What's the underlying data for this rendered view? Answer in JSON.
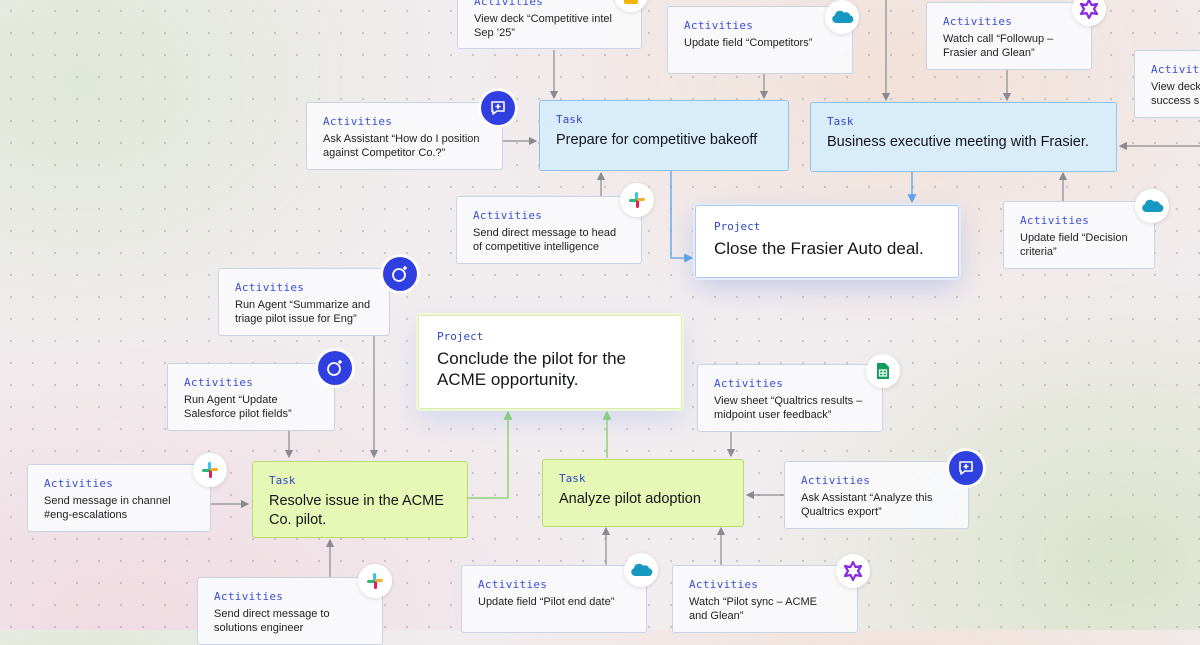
{
  "diagram": {
    "projects": [
      {
        "label": "Project",
        "text": "Close the Frasier Auto deal."
      },
      {
        "label": "Project",
        "text": "Conclude the pilot for the ACME opportunity."
      }
    ],
    "tasks": [
      {
        "label": "Task",
        "text": "Prepare for competitive bakeoff"
      },
      {
        "label": "Task",
        "text": "Business executive meeting with Frasier."
      },
      {
        "label": "Task",
        "text": "Resolve issue in the ACME Co. pilot."
      },
      {
        "label": "Task",
        "text": "Analyze pilot adoption"
      }
    ],
    "activities": [
      {
        "label": "Activities",
        "text": "View deck “Competitive intel Sep ’25”",
        "icon": "google-slides-icon"
      },
      {
        "label": "Activities",
        "text": "Update field “Competitors”",
        "icon": "salesforce-icon"
      },
      {
        "label": "Activities",
        "text": "Watch call “Followup – Frasier and Glean”",
        "icon": "gong-icon"
      },
      {
        "label": "Activities",
        "text": "View deck success s",
        "icon": "none"
      },
      {
        "label": "Activities",
        "text": "Ask Assistant “How do I position against Competitor Co.?”",
        "icon": "assistant-icon"
      },
      {
        "label": "Activities",
        "text": "Send direct message to head of competitive intelligence",
        "icon": "slack-icon"
      },
      {
        "label": "Activities",
        "text": "Update field “Decision criteria”",
        "icon": "salesforce-icon"
      },
      {
        "label": "Activities",
        "text": "Run Agent “Summarize and triage pilot issue for Eng”",
        "icon": "agent-icon"
      },
      {
        "label": "Activities",
        "text": "Run Agent “Update Salesforce pilot fields”",
        "icon": "agent-icon"
      },
      {
        "label": "Activities",
        "text": "View sheet “Qualtrics results – midpoint user feedback”",
        "icon": "google-sheets-icon"
      },
      {
        "label": "Activities",
        "text": "Send message in channel #eng-escalations",
        "icon": "slack-icon"
      },
      {
        "label": "Activities",
        "text": "Ask Assistant “Analyze this Qualtrics export”",
        "icon": "assistant-icon"
      },
      {
        "label": "Activities",
        "text": "Send direct message to solutions engineer",
        "icon": "slack-icon"
      },
      {
        "label": "Activities",
        "text": "Update field “Pilot end date”",
        "icon": "salesforce-icon"
      },
      {
        "label": "Activities",
        "text": "Watch “Pilot sync – ACME and Glean”",
        "icon": "gong-icon"
      }
    ],
    "colors": {
      "task_blue": "#d8ecfa",
      "task_green": "#e7f7b6",
      "accent": "#2f3fe0",
      "edge_gray": "#8a8a90",
      "edge_blue": "#5aa3e8",
      "edge_green": "#7fcf5a"
    }
  }
}
